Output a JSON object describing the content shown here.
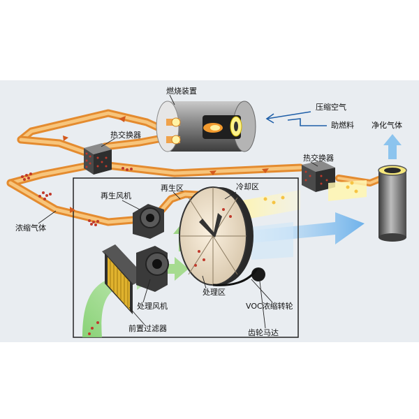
{
  "labels": {
    "combustion_device": "燃烧装置",
    "heat_exchanger_left": "热交换器",
    "heat_exchanger_right": "热交换器",
    "compressed_air": "压缩空气",
    "auxiliary_fuel": "助燃料",
    "clean_gas": "净化气体",
    "regen_fan": "再生风机",
    "regen_zone": "再生区",
    "cooling_zone": "冷却区",
    "concentrated_gas": "浓缩气体",
    "process_zone": "处理区",
    "process_fan": "处理风机",
    "voc_rotor": "VOC浓缩转轮",
    "pre_filter": "前置过滤器",
    "gear_motor": "齿轮马达"
  },
  "colors": {
    "background_band": "#e9edf1",
    "hot_pipe": "#f0a24a",
    "hot_pipe_light": "#f7cf8a",
    "process_air": "#a8d890",
    "clean_air": "#8cc4ee",
    "unit_dark": "#3a3a3a",
    "pollutant_dot": "#c0392b"
  }
}
